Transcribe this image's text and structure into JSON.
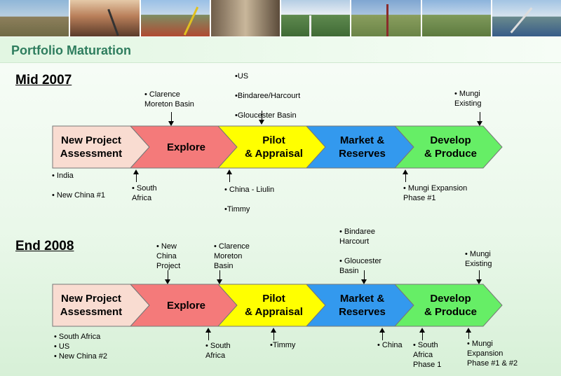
{
  "title": "Portfolio Maturation",
  "stages": [
    {
      "label": "New Project\nAssessment",
      "fill": "#f9dcd1"
    },
    {
      "label": "Explore",
      "fill": "#f47a7a"
    },
    {
      "label": "Pilot\n& Appraisal",
      "fill": "#ffff00"
    },
    {
      "label": "Market &\nReserves",
      "fill": "#3399ee"
    },
    {
      "label": "Develop\n& Produce",
      "fill": "#66ee66"
    }
  ],
  "sections": {
    "mid2007": {
      "heading": "Mid 2007",
      "above": {
        "explore": "• Clarence\n  Moreton Basin",
        "pilot": "•US\n\n•Bindaree/Harcourt\n\n•Gloucester Basin",
        "develop": "• Mungi\n  Existing"
      },
      "below": {
        "assessment": "• India\n\n• New China #1",
        "explore": "• South\n  Africa",
        "pilot": "• China - Liulin\n\n•Timmy",
        "develop": "• Mungi Expansion\n  Phase #1"
      }
    },
    "end2008": {
      "heading": "End 2008",
      "above": {
        "explore": "• New\n  China\n  Project",
        "pilot": "• Clarence\n  Moreton\n  Basin",
        "market": "• Bindaree\n  Harcourt\n\n• Gloucester\n  Basin",
        "develop": "• Mungi\n  Existing"
      },
      "below": {
        "assessment": "• South Africa\n• US\n• New China #2",
        "explore": "• South\n  Africa",
        "pilot": "•Timmy",
        "market": "• China",
        "develop_a": "• South\n  Africa\n  Phase 1",
        "develop_b": "• Mungi\n  Expansion\n  Phase #1 & #2"
      }
    }
  }
}
